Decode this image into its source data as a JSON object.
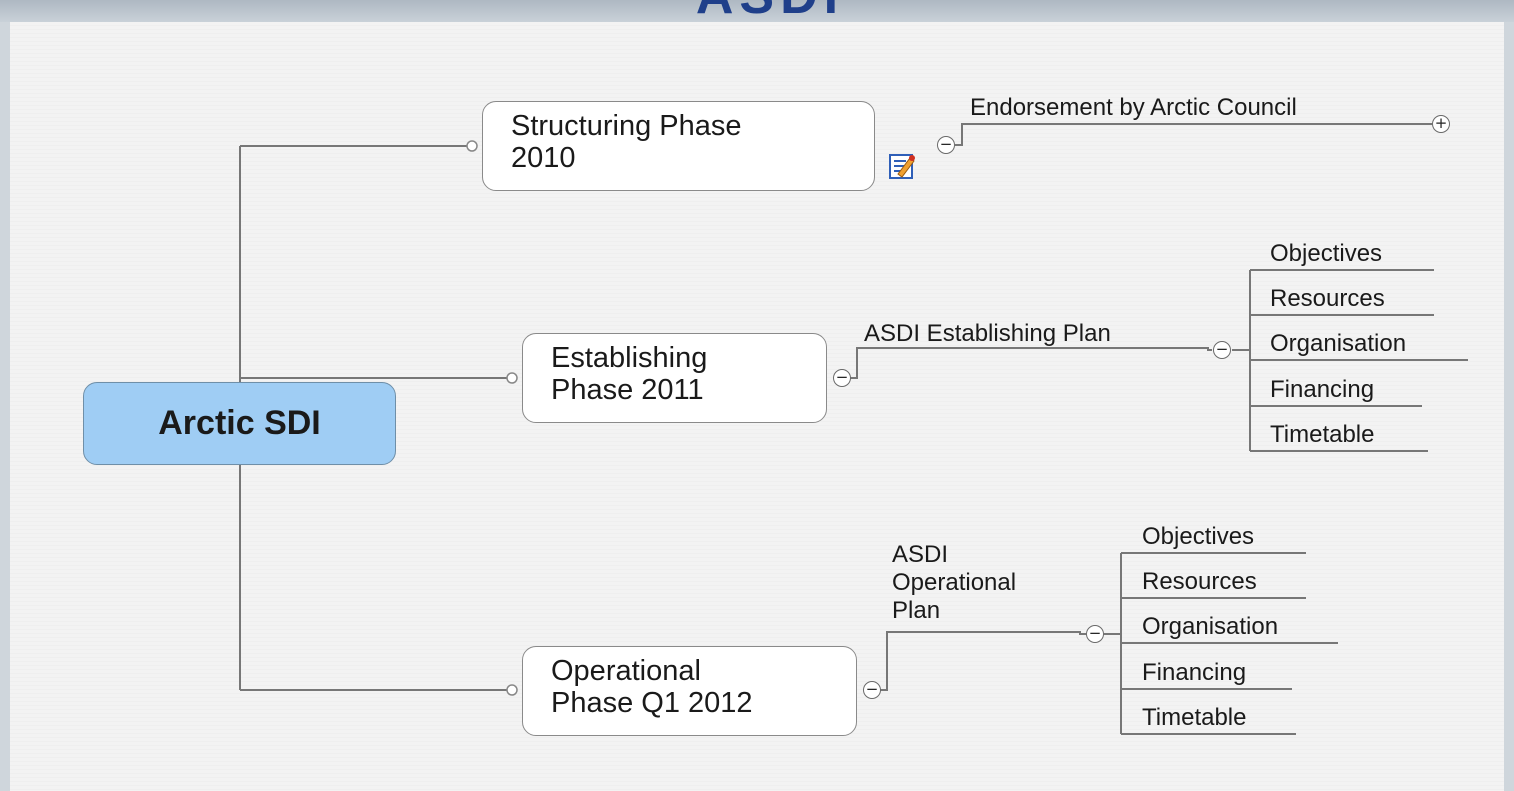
{
  "title_fragment": "ASDI",
  "root": {
    "label": "Arctic SDI"
  },
  "phases": [
    {
      "label": "Structuring Phase\n 2010"
    },
    {
      "label": "Establishing\nPhase 2011"
    },
    {
      "label": "Operational\nPhase Q1 2012"
    }
  ],
  "structuring_child": {
    "label": "Endorsement by Arctic Council",
    "toggle": "+"
  },
  "establishing_plan": {
    "label": "ASDI Establishing Plan",
    "items": [
      "Objectives",
      "Resources",
      "Organisation",
      "Financing",
      "Timetable"
    ]
  },
  "operational_plan": {
    "label": "ASDI\nOperational\nPlan",
    "items": [
      "Objectives",
      "Resources",
      "Organisation",
      "Financing",
      "Timetable"
    ]
  },
  "collapse_symbol": "−",
  "colors": {
    "root_fill": "#9fcdf4",
    "title": "#1f3f8a",
    "connector": "#777777"
  }
}
